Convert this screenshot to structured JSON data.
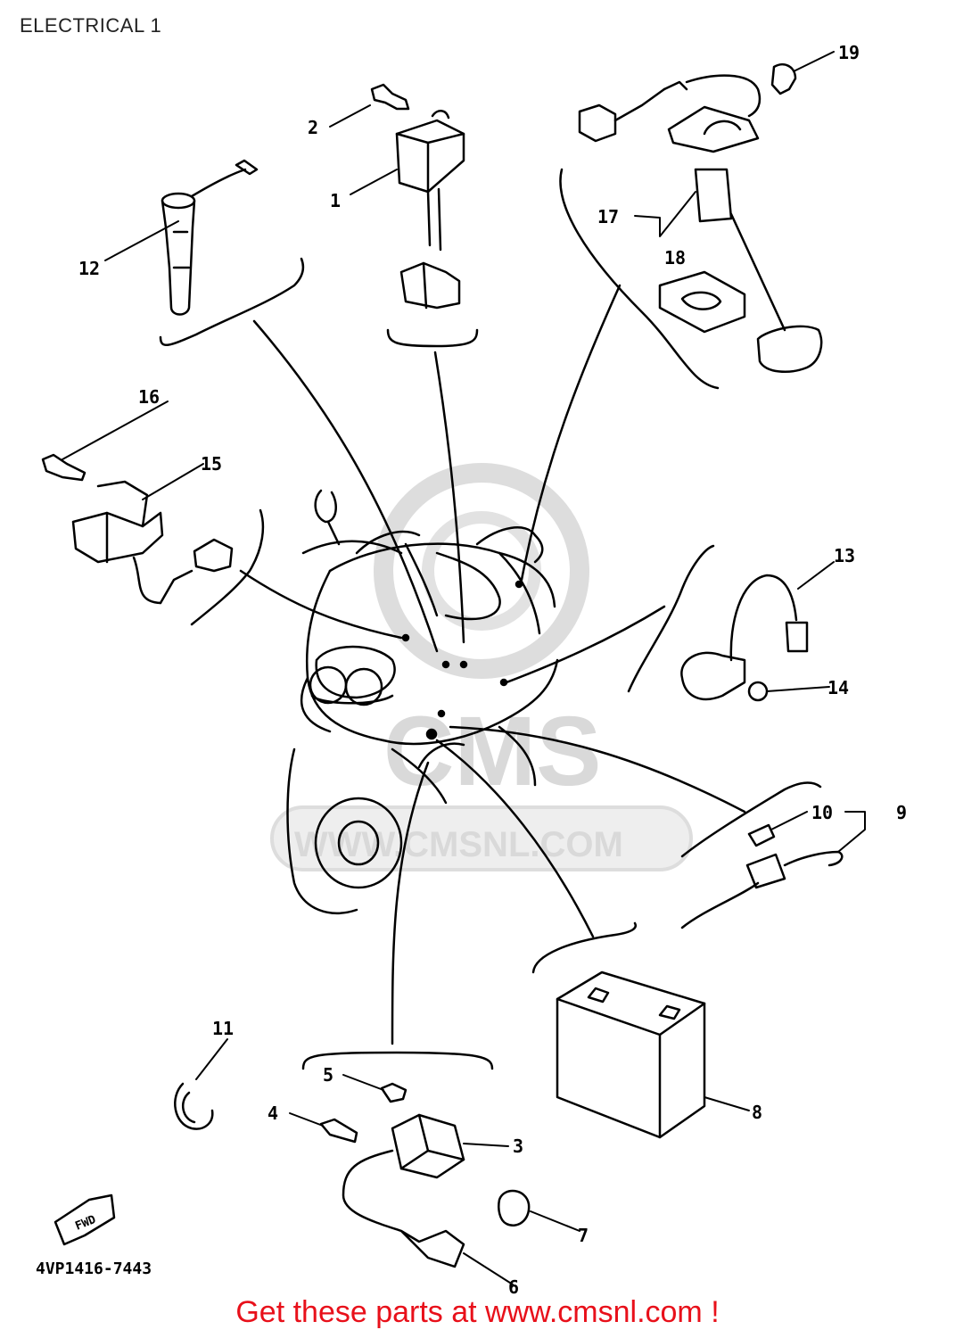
{
  "title": "ELECTRICAL 1",
  "drawing_code": "4VP1416-7443",
  "fwd_label": "FWD",
  "watermark": {
    "brand": "CMS",
    "url": "WWW.CMSNL.COM"
  },
  "footer": "Get these parts at www.cmsnl.com !",
  "callouts": [
    "1",
    "2",
    "3",
    "4",
    "5",
    "6",
    "7",
    "8",
    "9",
    "10",
    "11",
    "12",
    "13",
    "14",
    "15",
    "16",
    "17",
    "18",
    "19"
  ],
  "colors": {
    "line": "#000000",
    "footer": "#e8101a",
    "watermark": "#d9d9d9"
  }
}
